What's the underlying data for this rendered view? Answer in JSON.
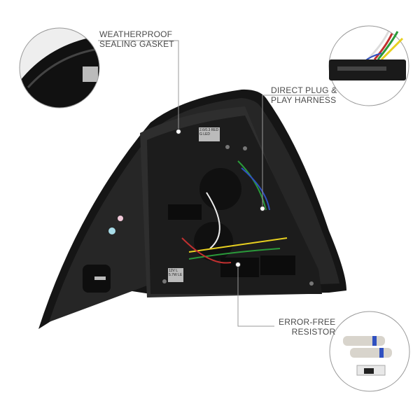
{
  "callouts": [
    {
      "line1": "WEATHERPROOF",
      "line2": "SEALING GASKET"
    },
    {
      "line1": "DIRECT PLUG &",
      "line2": "PLAY HARNESS"
    },
    {
      "line1": "ERROR-FREE",
      "line2": "RESISTOR"
    }
  ],
  "part_labels": {
    "bulb_top": "2.6/0.3 RED G LED",
    "bulb_bottom": "12V L 5.7W LE"
  },
  "colors": {
    "housing": "#1a1a1a",
    "callout_line": "#9a9a9a",
    "text": "#4a4a4a"
  }
}
